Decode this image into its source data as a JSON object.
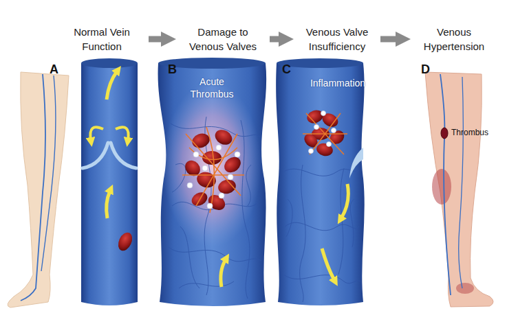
{
  "diagram": {
    "nodes": [
      {
        "text": [
          "Normal Vein Function"
        ]
      },
      {
        "text": [
          "Damage to Venous Valves"
        ]
      },
      {
        "text": [
          "Venous Valve Insufficiency"
        ]
      },
      {
        "text": [
          "Venous Hypertension"
        ]
      }
    ],
    "edges": [
      {
        "from": 0,
        "to": 1,
        "arrow": "to"
      },
      {
        "from": 1,
        "to": 2,
        "arrow": "to"
      },
      {
        "from": 2,
        "to": 3,
        "arrow": "to"
      }
    ],
    "labels": [
      "A",
      "B",
      "Acute Thrombus",
      "C",
      "Inflammation",
      "D",
      "Thrombus"
    ]
  }
}
